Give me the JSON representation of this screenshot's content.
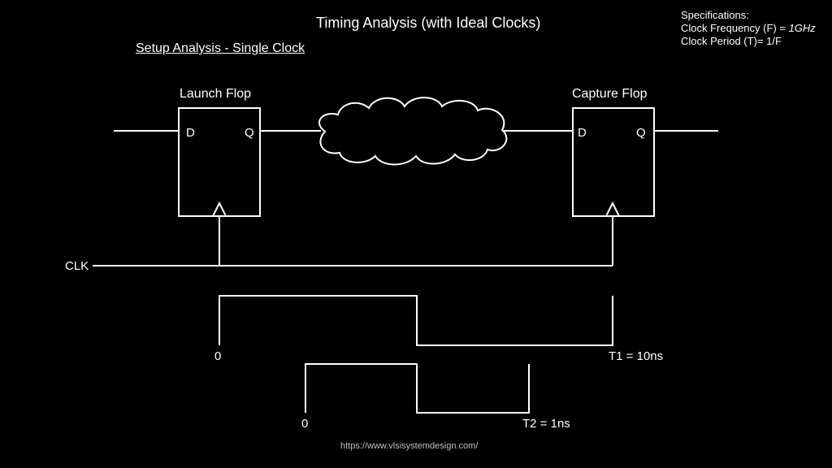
{
  "title": "Timing Analysis (with Ideal Clocks)",
  "subtitle": "Setup Analysis - Single Clock",
  "specifications": {
    "heading": "Specifications:",
    "freq_label": "Clock Frequency (F) = ",
    "freq_value": "1GHz",
    "period": "Clock Period (T)= 1/F"
  },
  "launch_flop": {
    "label": "Launch Flop",
    "d": "D",
    "q": "Q"
  },
  "capture_flop": {
    "label": "Capture Flop",
    "d": "D",
    "q": "Q"
  },
  "clock": {
    "label": "CLK"
  },
  "waveform1": {
    "start_label": "0",
    "end_label": "T1 = 10ns"
  },
  "waveform2": {
    "start_label": "0",
    "end_label": "T2 = 1ns"
  },
  "footer_url": "https://www.vlsisystemdesign.com/",
  "colors": {
    "background": "#000000",
    "foreground": "#ffffff"
  }
}
